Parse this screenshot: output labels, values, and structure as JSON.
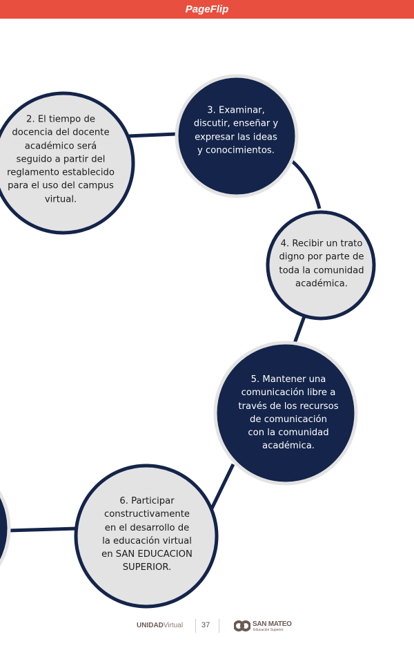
{
  "header": {
    "title": "PageFlip"
  },
  "colors": {
    "bar": "#e84f3f",
    "navy": "#14244a",
    "gray": "#e3e3e3"
  },
  "items": [
    {
      "text": "2. El tiempo de docencia del docente académico será seguido a partir del reglamento establecido para el uso del campus virtual.",
      "lines": [
        "2. El tiempo de",
        "docencia del docente",
        "académico será",
        "seguido a partir del",
        "reglamento establecido",
        "para el uso del campus",
        "virtual."
      ]
    },
    {
      "lines": [
        "3. Examinar,",
        "discutir, enseñar y",
        "expresar las ideas",
        "y conocimientos."
      ]
    },
    {
      "lines": [
        "4. Recibir un trato",
        "digno por parte de",
        "toda la comunidad",
        "académica."
      ]
    },
    {
      "lines": [
        "5. Mantener una",
        "comunicación libre a",
        "través de los recursos",
        "de comunicación",
        "con la comunidad",
        "académica."
      ]
    },
    {
      "lines": [
        "6. Participar",
        "constructivamente",
        "en el desarrollo de",
        "la educación virtual",
        "en SAN EDUCACION",
        "SUPERIOR."
      ]
    }
  ],
  "footer": {
    "unidad_bold": "UNIDAD",
    "unidad_light": "Virtual",
    "page": "37",
    "brand": "SAN MATEO",
    "brand_sub": "Educación Superior"
  }
}
